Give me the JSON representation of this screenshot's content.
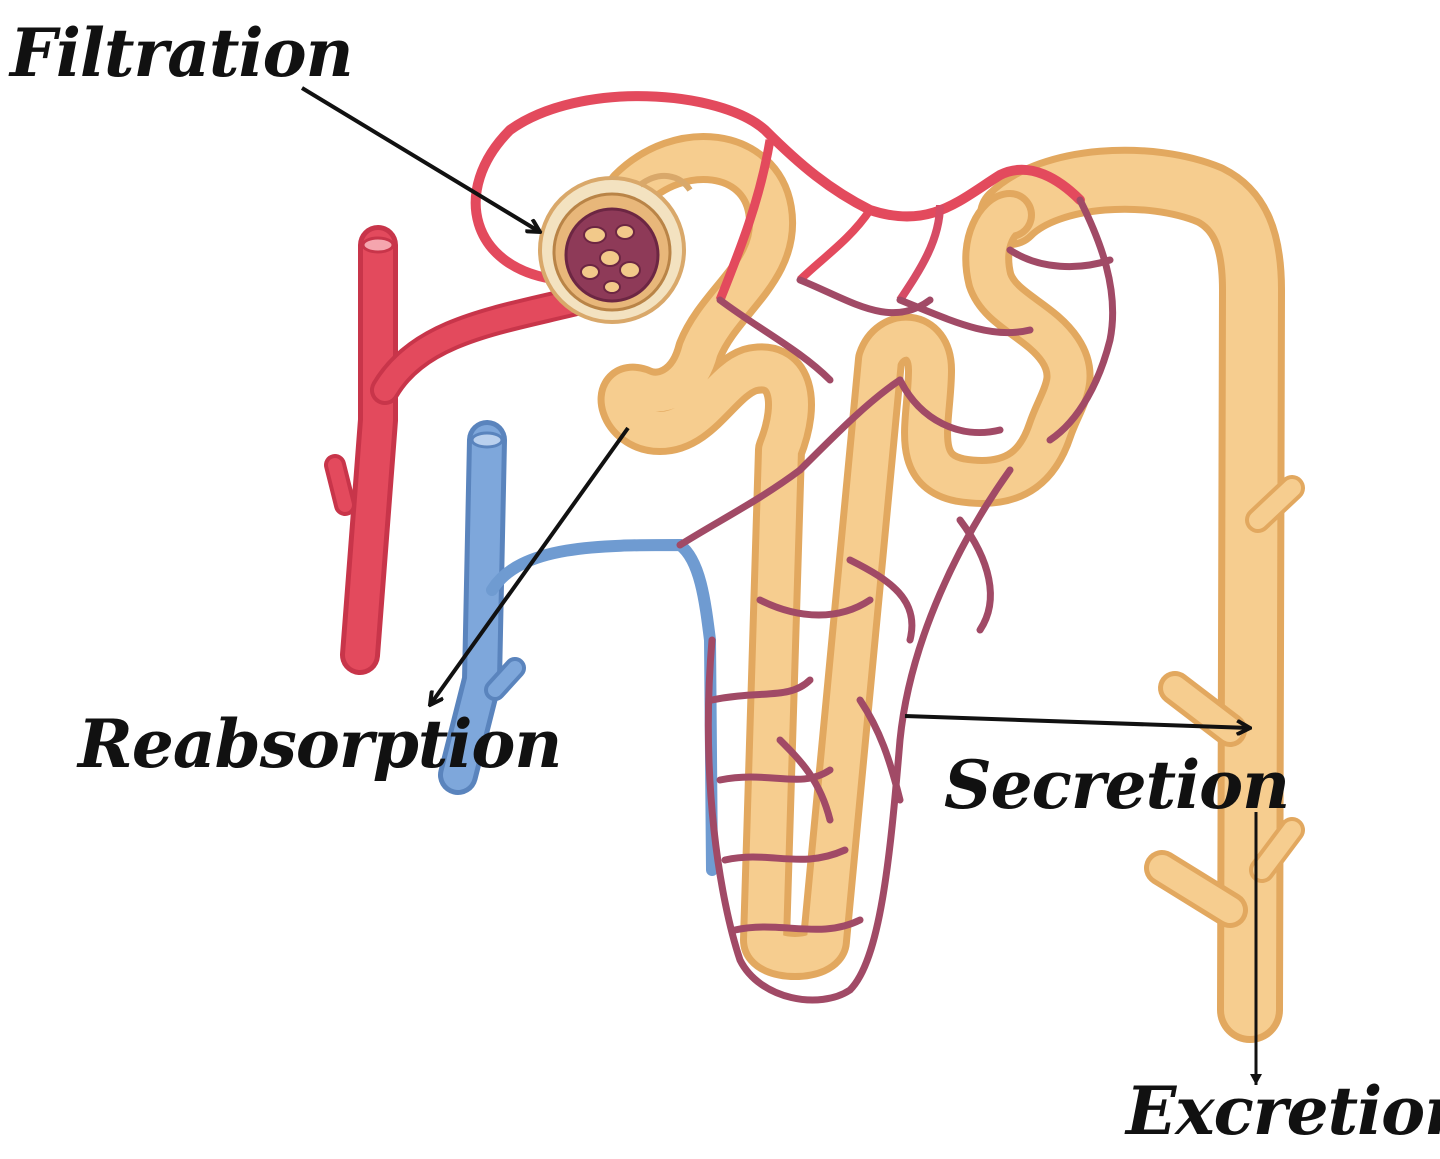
{
  "labels": {
    "filtration": "Filtration",
    "reabsorption": "Reabsorption",
    "secretion": "Secretion",
    "excretion": "Excretion"
  },
  "colors": {
    "artery": "#e34a5d",
    "vein": "#6f9bd1",
    "capillary": "#a14a66",
    "tubule": "#f3c27f",
    "capsule": "#e8b77a",
    "arrow": "#111111"
  }
}
